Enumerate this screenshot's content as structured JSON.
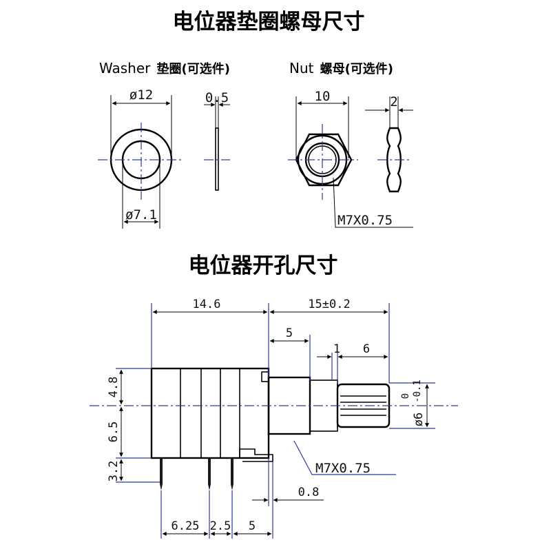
{
  "titles": {
    "washer_nut": "电位器垫圈螺母尺寸",
    "mounting": "电位器开孔尺寸"
  },
  "washer": {
    "label_en": "Washer",
    "label_cn": "垫圈(可选件)",
    "outer_dia": "ø12",
    "thickness": "0.5",
    "inner_dia": "ø7.1"
  },
  "nut": {
    "label_en": "Nut",
    "label_cn": "螺母(可选件)",
    "width": "10",
    "thickness": "2",
    "thread": "M7X0.75"
  },
  "pot": {
    "body_length": "14.6",
    "shaft_length": "15±0.2",
    "bushing_length": "5",
    "step": "1",
    "knurl_length": "6",
    "height_top": "4.8",
    "height_mid": "6.5",
    "height_bottom": "3.2",
    "shaft_dia_tol_hi": "0",
    "shaft_dia_tol_lo": "-0.1",
    "shaft_dia": "ø6",
    "thread": "M7X0.75",
    "flange": "0.8",
    "pin_pitch_1": "6.25",
    "pin_pitch_2": "2.5",
    "pin_pitch_3": "5"
  }
}
